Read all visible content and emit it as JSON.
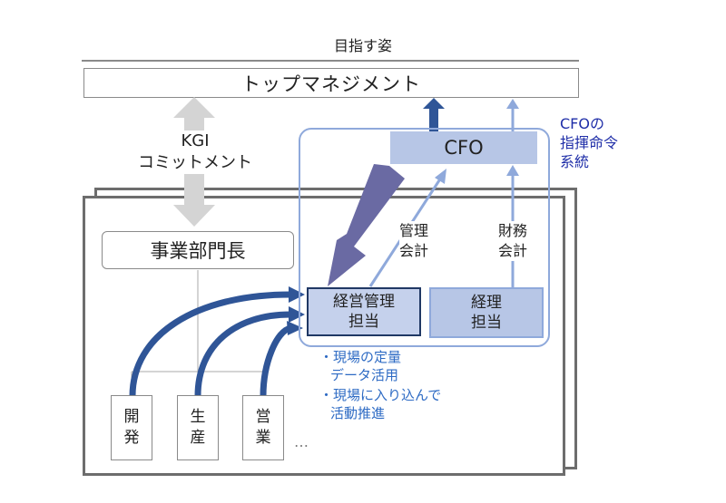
{
  "title": "目指す姿",
  "top_management": "トップマネジメント",
  "kgi": {
    "line1": "KGI",
    "line2": "コミットメント"
  },
  "cfo": "CFO",
  "cfo_command": {
    "line1": "CFOの",
    "line2": "指揮命令",
    "line3": "系統"
  },
  "division_head": "事業部門長",
  "mgmt_accounting": {
    "line1": "管理",
    "line2": "会計"
  },
  "fin_accounting": {
    "line1": "財務",
    "line2": "会計"
  },
  "mgmt_charge": {
    "line1": "経営管理",
    "line2": "担当"
  },
  "acct_charge": {
    "line1": "経理",
    "line2": "担当"
  },
  "notes": {
    "line1": "・現場の定量",
    "line2": "データ活用",
    "line3": "・現場に入り込んで",
    "line4": "活動推進"
  },
  "departments": [
    {
      "c1": "開",
      "c2": "発"
    },
    {
      "c1": "生",
      "c2": "産"
    },
    {
      "c1": "営",
      "c2": "業"
    }
  ],
  "ellipsis": "…",
  "colors": {
    "gray_border": "#6d6d6d",
    "light_gray": "#d4d4d4",
    "cfo_fill": "#b7c6e6",
    "light_blue": "#8fa9db",
    "blue_arrow": "#2f5597",
    "mgmt_fill": "#c5d1ec",
    "mgmt_border": "#203864",
    "purple_arrow": "#6a6aa3",
    "navy_text": "#1f2ea8",
    "note_text": "#2e6bc4"
  }
}
